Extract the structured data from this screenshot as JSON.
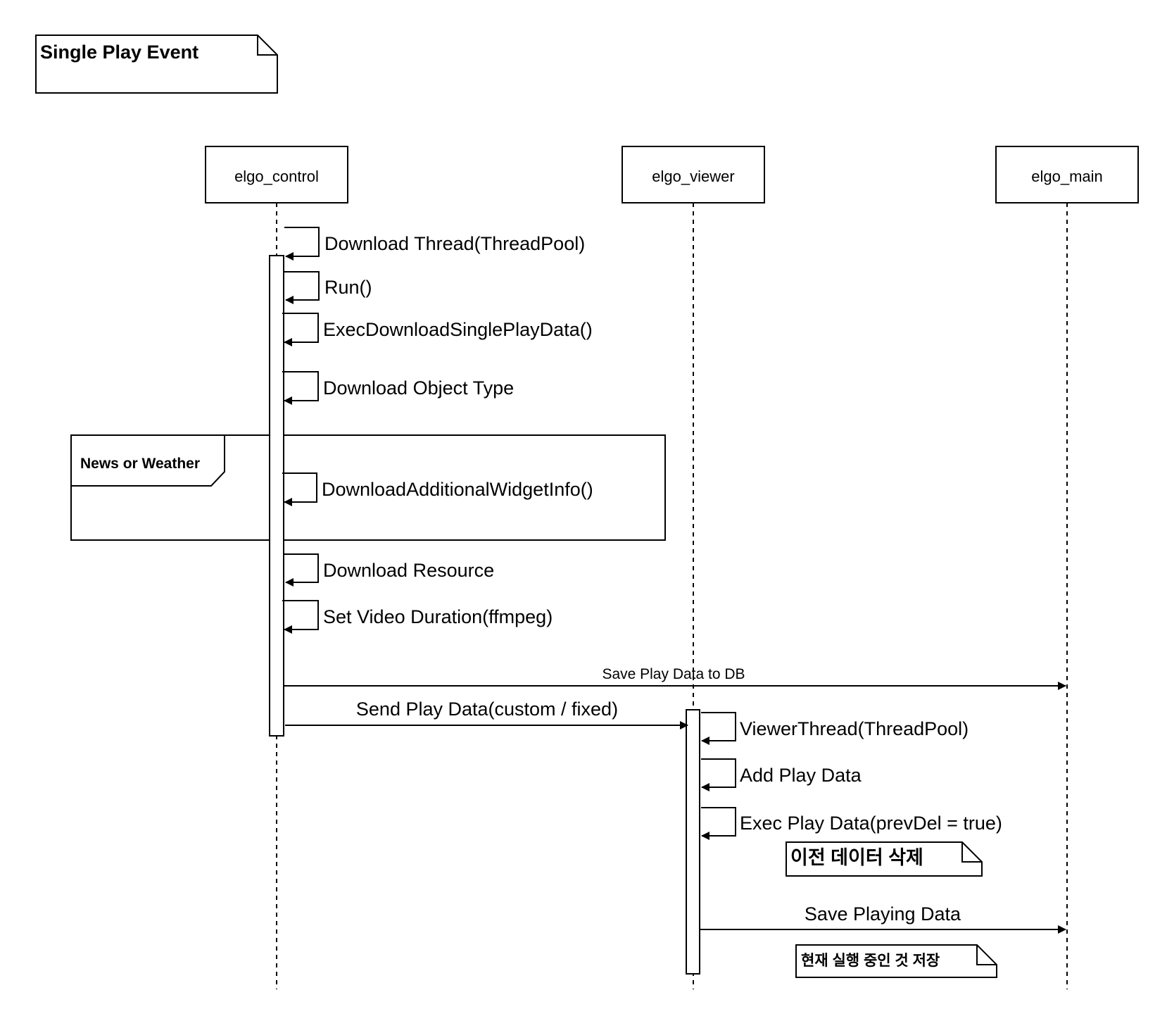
{
  "frame": {
    "title": "Single Play Event"
  },
  "lifelines": [
    {
      "id": "control",
      "label": "elgo_control"
    },
    {
      "id": "viewer",
      "label": "elgo_viewer"
    },
    {
      "id": "main",
      "label": "elgo_main"
    }
  ],
  "self_messages": [
    {
      "lifeline": "control",
      "label": "Download Thread(ThreadPool)"
    },
    {
      "lifeline": "control",
      "label": "Run()"
    },
    {
      "lifeline": "control",
      "label": "ExecDownloadSinglePlayData()"
    },
    {
      "lifeline": "control",
      "label": "Download Object Type"
    },
    {
      "lifeline": "control",
      "label": "DownloadAdditionalWidgetInfo()"
    },
    {
      "lifeline": "control",
      "label": "Download Resource"
    },
    {
      "lifeline": "control",
      "label": "Set Video Duration(ffmpeg)"
    },
    {
      "lifeline": "viewer",
      "label": "ViewerThread(ThreadPool)"
    },
    {
      "lifeline": "viewer",
      "label": "Add Play Data"
    },
    {
      "lifeline": "viewer",
      "label": "Exec Play Data(prevDel = true)"
    }
  ],
  "fragment": {
    "label": "News or Weather"
  },
  "messages": [
    {
      "from": "control",
      "to": "main",
      "label": "Save Play Data to DB"
    },
    {
      "from": "control",
      "to": "viewer",
      "label": "Send Play Data(custom / fixed)"
    },
    {
      "from": "viewer",
      "to": "main",
      "label": "Save Playing Data"
    }
  ],
  "notes": [
    {
      "text": "이전 데이터 삭제"
    },
    {
      "text": "현재 실행 중인 것 저장"
    }
  ]
}
